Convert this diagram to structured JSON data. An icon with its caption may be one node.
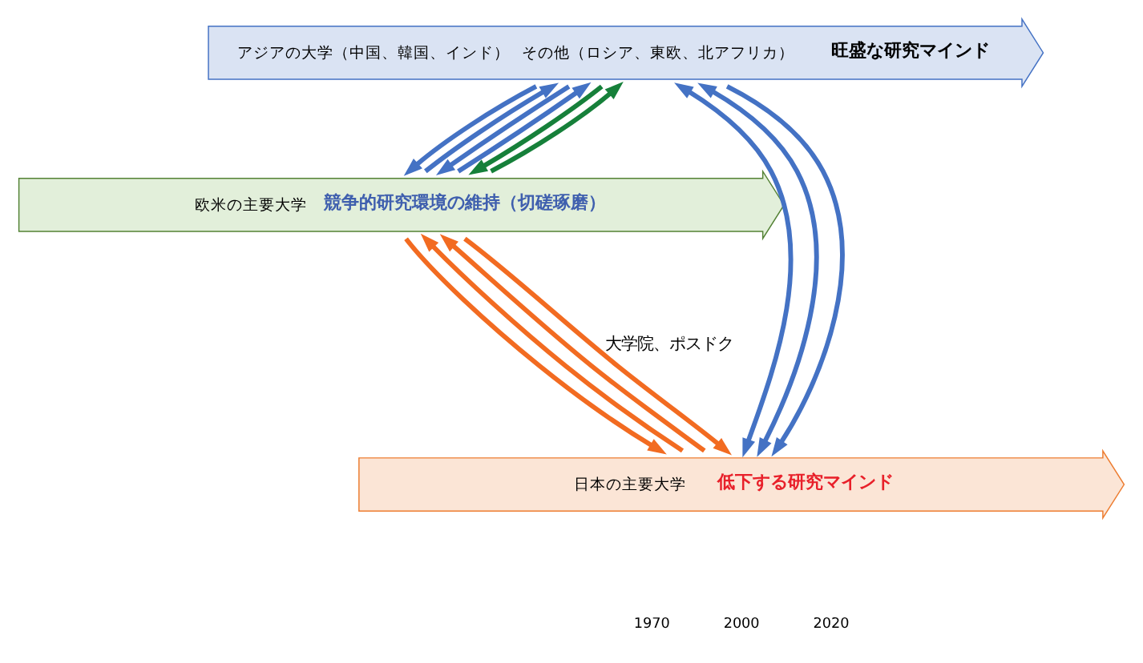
{
  "diagram": {
    "nodes": [
      {
        "text": [
          "アジアの大学（中国、韓国、インド）",
          "その他（ロシア、東欧、北アフリカ）",
          "旺盛な研究マインド"
        ]
      },
      {
        "text": [
          "欧米の主要大学",
          "競争的研究環境の維持（切磋琢磨）"
        ]
      },
      {
        "text": [
          "日本の主要大学",
          "低下する研究マインド"
        ]
      }
    ],
    "edges": [
      {
        "from": 0,
        "to": 1,
        "arrow": "to"
      },
      {
        "from": 1,
        "to": 0,
        "arrow": "to"
      },
      {
        "from": 2,
        "to": 1,
        "arrow": "to",
        "color": "#f26b21"
      },
      {
        "from": 1,
        "to": 2,
        "arrow": "to",
        "color": "#f26b21"
      },
      {
        "from": 0,
        "to": 2,
        "arrow": "both"
      },
      {
        "from": 0,
        "to": 2,
        "arrow": "both"
      },
      {
        "from": 0,
        "to": 1,
        "arrow": "to"
      },
      {
        "from": 1,
        "to": 0,
        "arrow": "to"
      },
      {
        "from": 0,
        "to": 1,
        "arrow": "to",
        "color": "#16803a"
      },
      {
        "from": 1,
        "to": 0,
        "arrow": "to",
        "color": "#16803a"
      },
      {
        "from": 2,
        "to": 1,
        "arrow": "to",
        "color": "#f26b21"
      },
      {
        "from": 1,
        "to": 2,
        "arrow": "to",
        "color": "#f26b21"
      },
      {
        "from": 0,
        "to": 2,
        "arrow": "to"
      }
    ],
    "labels": [
      "大学院、ポスドク",
      "1970",
      "2000",
      "2020"
    ]
  }
}
